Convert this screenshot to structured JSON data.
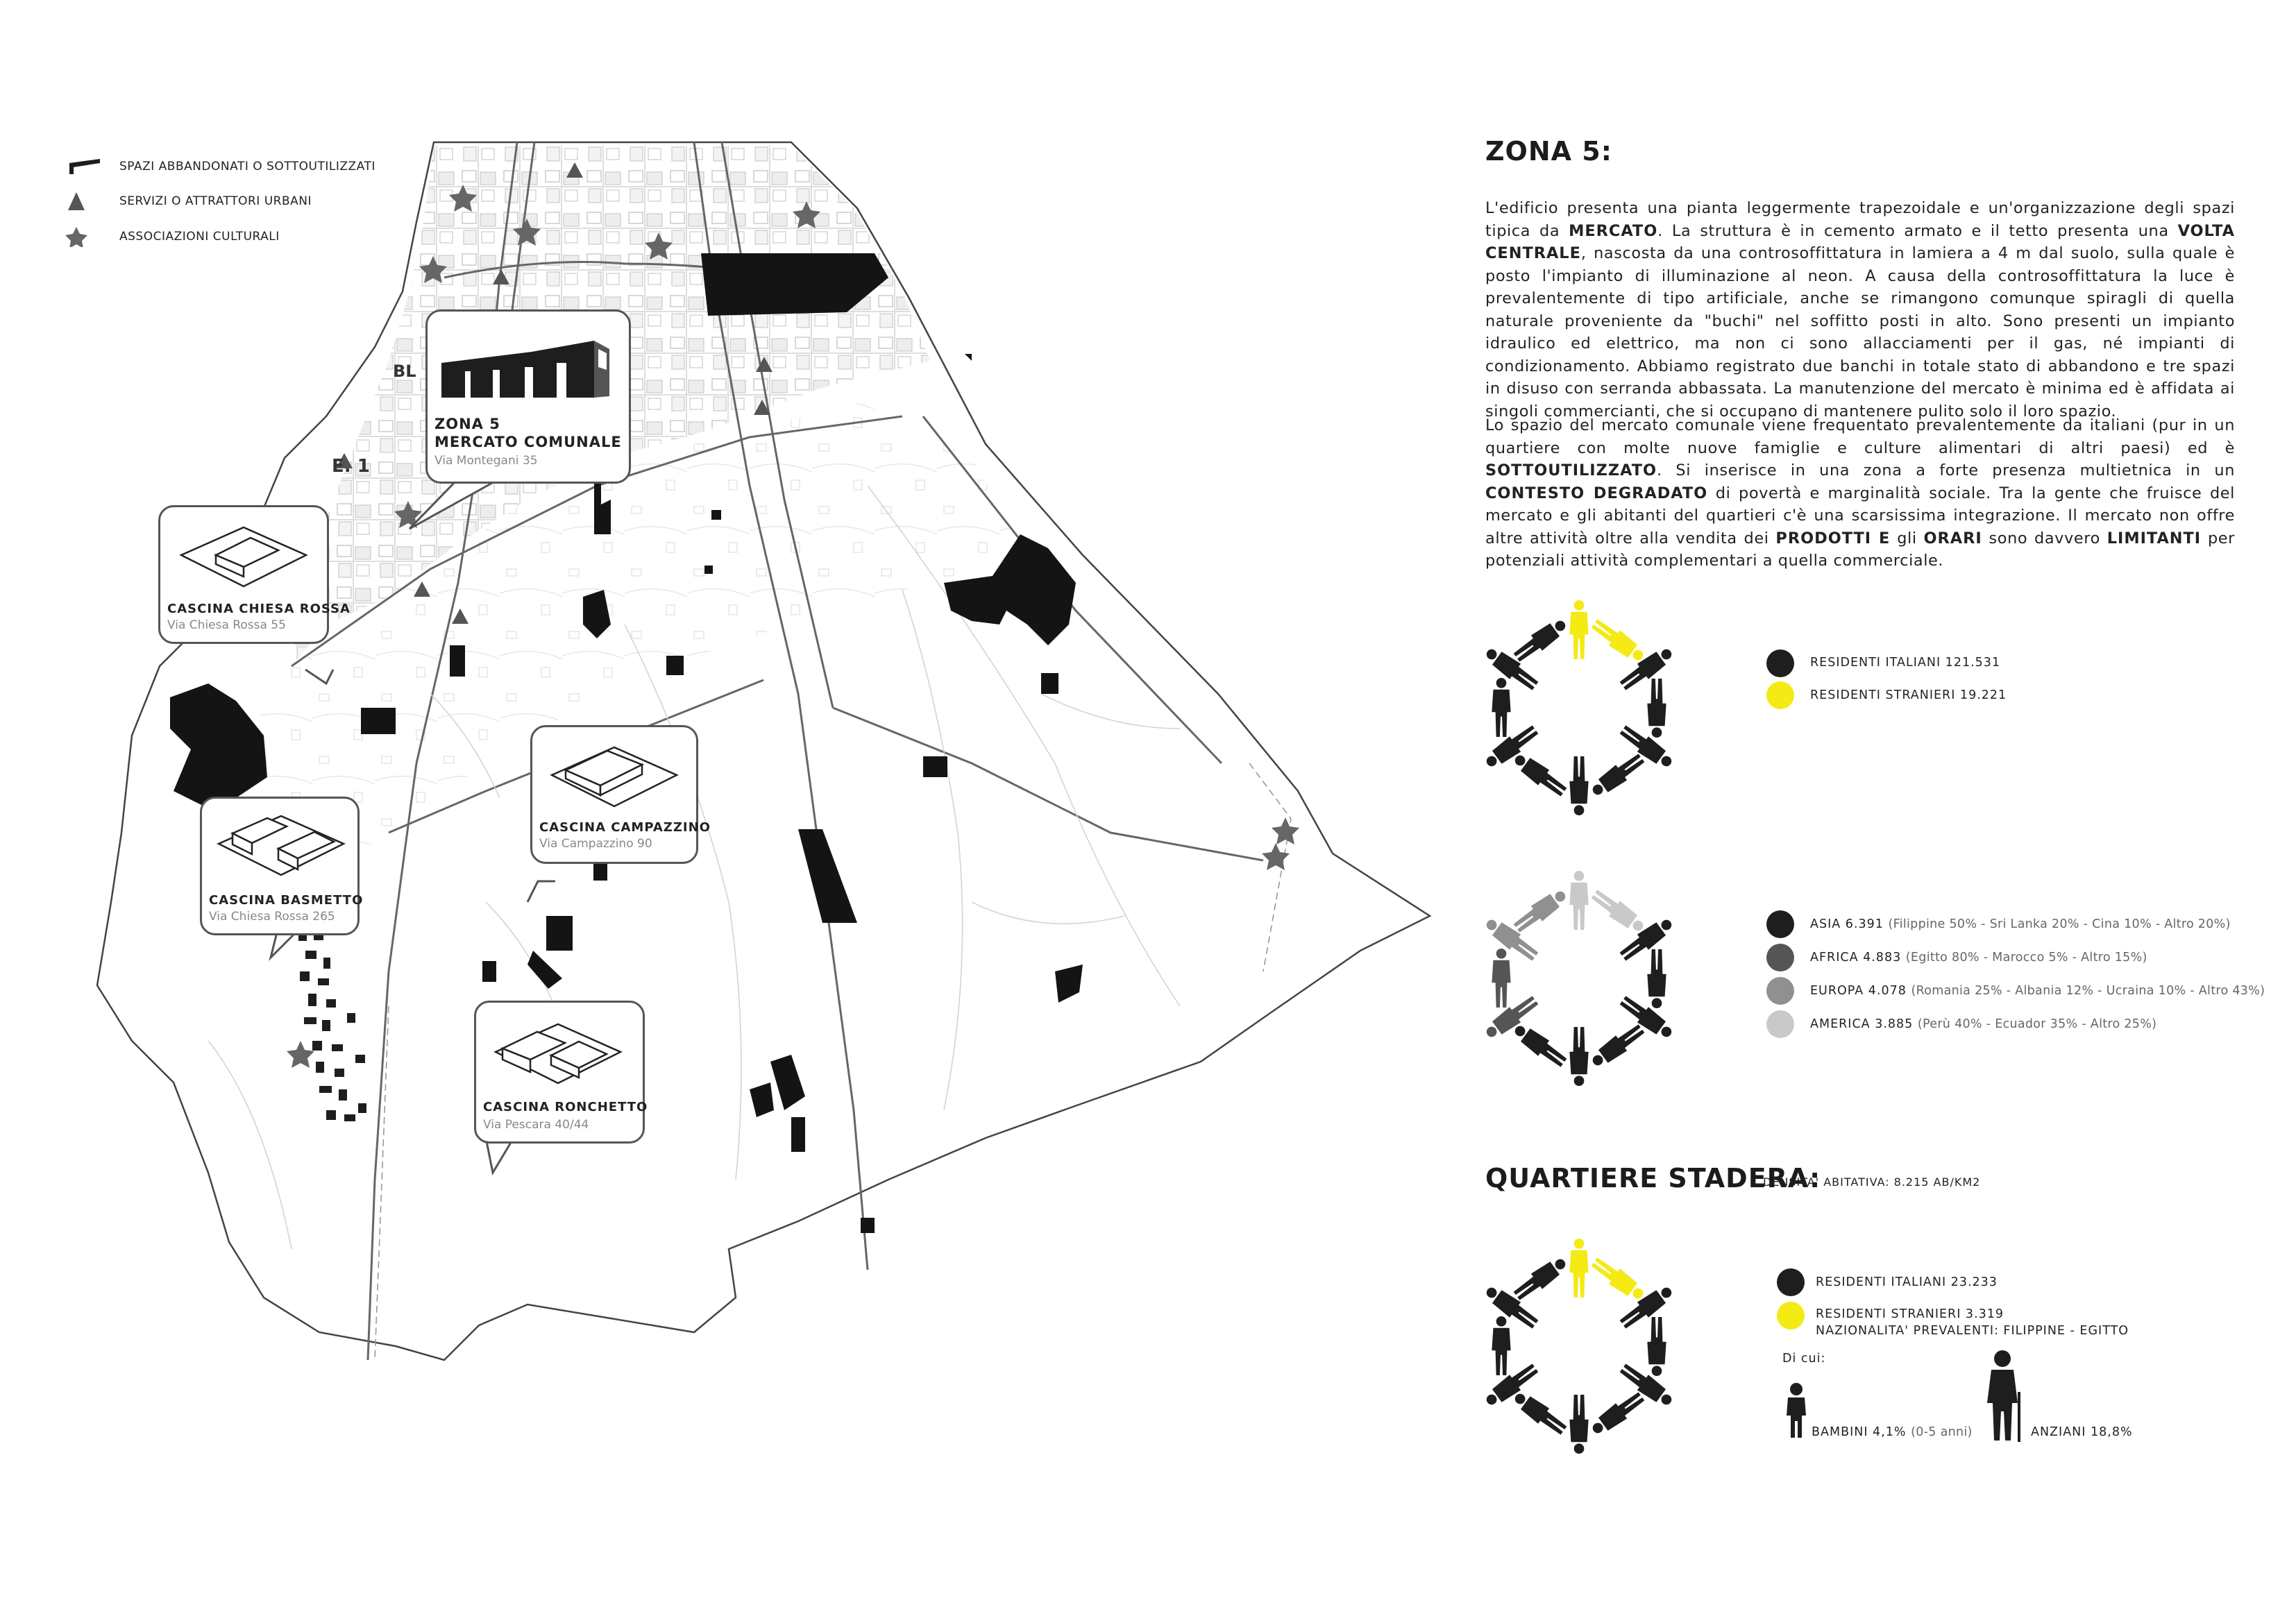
{
  "legend": {
    "abandoned": "SPAZI ABBANDONATI O SOTTOUTILIZZATI",
    "services": "SERVIZI O ATTRATTORI URBANI",
    "associations": "ASSOCIAZIONI CULTURALI"
  },
  "map_labels": {
    "e1": "E. 1",
    "bl": "BL"
  },
  "callouts": {
    "mercato": {
      "title1": "ZONA 5",
      "title2": "MERCATO COMUNALE",
      "address": "Via Montegani 35"
    },
    "chiesa_rossa": {
      "title": "CASCINA CHIESA ROSSA",
      "address": "Via Chiesa Rossa 55"
    },
    "campazzino": {
      "title": "CASCINA CAMPAZZINO",
      "address": "Via Campazzino 90"
    },
    "basmetto": {
      "title": "CASCINA BASMETTO",
      "address": "Via Chiesa Rossa 265"
    },
    "ronchetto": {
      "title": "CASCINA RONCHETTO",
      "address": "Via Pescara 40/44"
    }
  },
  "zona": {
    "heading": "ZONA 5:",
    "p1_a": "L'edificio presenta una pianta leggermente trapezoidale e un'organizzazione degli spazi tipica da ",
    "p1_b": "MERCATO",
    "p1_c": ". La struttura è in cemento armato e il tetto presenta una ",
    "p1_d": "VOLTA CENTRALE",
    "p1_e": ", nascosta da una controsoffittatura in lamiera a 4 m dal suolo, sulla quale è posto l'impianto di illuminazione al neon. A causa della controsoffittatura la luce è prevalentemente di tipo artificiale, anche se rimangono comunque spiragli di quella naturale proveniente da \"buchi\" nel soffitto posti in alto. Sono presenti un impianto idraulico ed elettrico, ma non ci sono allacciamenti per il gas, né impianti di condizionamento. Abbiamo registrato due banchi in totale stato di abbandono e tre spazi in disuso con serranda abbassata. La manutenzione del mercato è minima ed è affidata ai singoli commercianti, che si occupano di mantenere pulito solo il loro spazio.",
    "p2_a": "Lo spazio del mercato comunale viene frequentato prevalentemente da italiani (pur in un quartiere con molte nuove famiglie e culture alimentari di altri paesi) ed è ",
    "p2_b": "SOTTOUTILIZZATO",
    "p2_c": ". Si inserisce in una zona a forte presenza multietnica in un ",
    "p2_d": "CONTESTO DEGRADATO",
    "p2_e": " di povertà e marginalità sociale. Tra la gente che fruisce del mercato e gli abitanti del quartieri c'è una scarsissima integrazione. Il mercato non offre altre attività oltre alla vendita dei ",
    "p2_f": "PRODOTTI E",
    "p2_g": " gli ",
    "p2_h": "ORARI",
    "p2_i": " sono davvero ",
    "p2_j": "LIMITANTI",
    "p2_k": " per potenziali attività complementari a quella commerciale."
  },
  "zone_residents": {
    "italians": "RESIDENTI ITALIANI 121.531",
    "foreigners": "RESIDENTI STRANIERI 19.221"
  },
  "origins": [
    {
      "label": "ASIA 6.391",
      "detail": "(Filippine 50% - Sri Lanka 20% - Cina 10% - Altro 20%)",
      "color": "#1e1e1e"
    },
    {
      "label": "AFRICA 4.883",
      "detail": "(Egitto 80% - Marocco 5% - Altro 15%)",
      "color": "#555555"
    },
    {
      "label": "EUROPA 4.078",
      "detail": "(Romania 25% - Albania 12% - Ucraina 10% - Altro 43%)",
      "color": "#909090"
    },
    {
      "label": "AMERICA 3.885",
      "detail": "(Perù 40% - Ecuador 35% - Altro 25%)",
      "color": "#c9c9c9"
    }
  ],
  "stadera": {
    "heading": "QUARTIERE STADERA:",
    "density": "DENSITA' ABITATIVA: 8.215 AB/KM2",
    "italians": "RESIDENTI ITALIANI 23.233",
    "foreigners": "RESIDENTI STRANIERI 3.319",
    "nationalities": "NAZIONALITA' PREVALENTI: FILIPPINE - EGITTO",
    "of_which": "Di cui:",
    "children_label": "BAMBINI 4,1%",
    "children_detail": "(0-5 anni)",
    "elderly": "ANZIANI 18,8%"
  },
  "colors": {
    "yellow": "#f4ea14",
    "black": "#1e1e1e",
    "grey_dark": "#555555",
    "grey_mid": "#909090",
    "grey_light": "#c9c9c9",
    "star": "#666666"
  },
  "icons": [
    "lshape-legend-icon",
    "triangle-icon",
    "star-icon",
    "person-icon",
    "child-icon",
    "elderly-cane-icon"
  ]
}
